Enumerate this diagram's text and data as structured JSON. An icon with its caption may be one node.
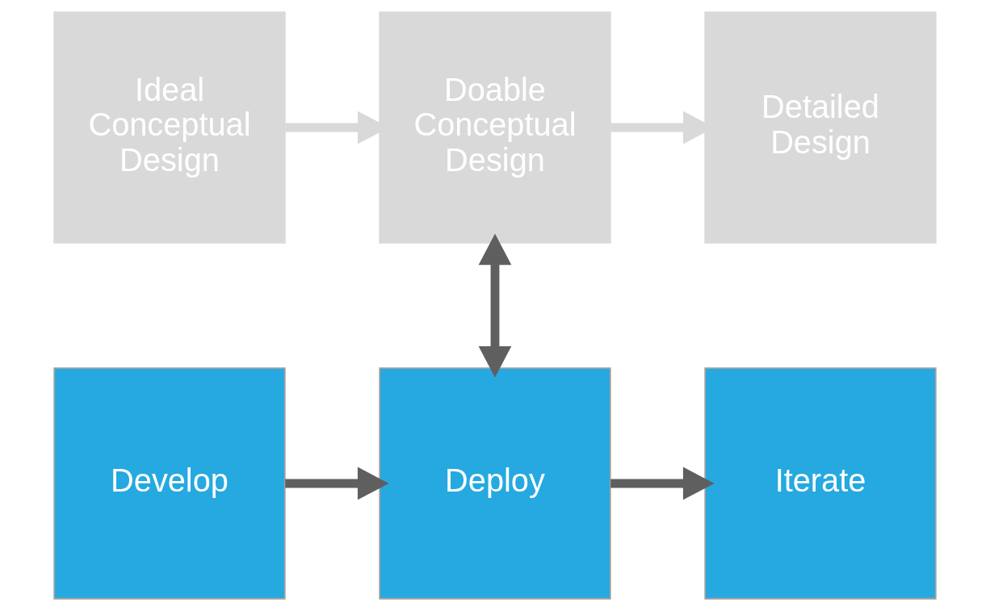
{
  "diagram": {
    "nodes": [
      {
        "text": [
          "Ideal Conceptual Design"
        ]
      },
      {
        "text": [
          "Doable Conceptual Design"
        ]
      },
      {
        "text": [
          "Detailed Design"
        ]
      },
      {
        "text": [
          "Develop"
        ]
      },
      {
        "text": [
          "Deploy"
        ]
      },
      {
        "text": [
          "Iterate"
        ]
      }
    ],
    "edges": [
      {
        "from": 0,
        "to": 1,
        "arrow": "to",
        "color": "#d9d9d9"
      },
      {
        "from": 1,
        "to": 2,
        "arrow": "to",
        "color": "#d9d9d9"
      },
      {
        "from": 1,
        "to": 4,
        "arrow": "both"
      },
      {
        "from": 3,
        "to": 4,
        "arrow": "to"
      },
      {
        "from": 4,
        "to": 5,
        "arrow": "to"
      }
    ]
  }
}
